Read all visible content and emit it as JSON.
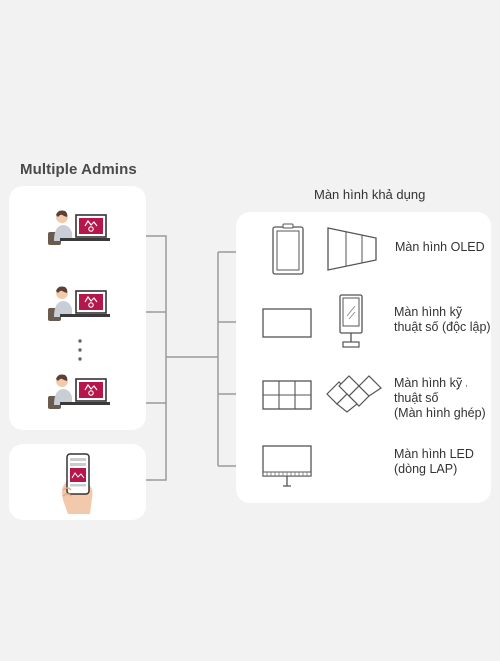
{
  "left_panel": {
    "title": "Multiple Admins"
  },
  "right_panel": {
    "title": "Màn hình khả dụng",
    "items": [
      {
        "label_lines": [
          "Màn hình OLED"
        ]
      },
      {
        "label_lines": [
          "Màn hình kỹ",
          "thuật số (độc lập)"
        ]
      },
      {
        "label_lines": [
          "Màn hình kỹ",
          "thuật số",
          "(Màn hình ghép)"
        ],
        "stray_mark": ","
      },
      {
        "label_lines": [
          "Màn hình LED",
          "(dòng LAP)"
        ]
      }
    ]
  },
  "colors": {
    "background": "#f2f2f2",
    "card": "#ffffff",
    "accent": "#b5174b",
    "line": "#9a9a9a",
    "icon_stroke": "#555555"
  }
}
